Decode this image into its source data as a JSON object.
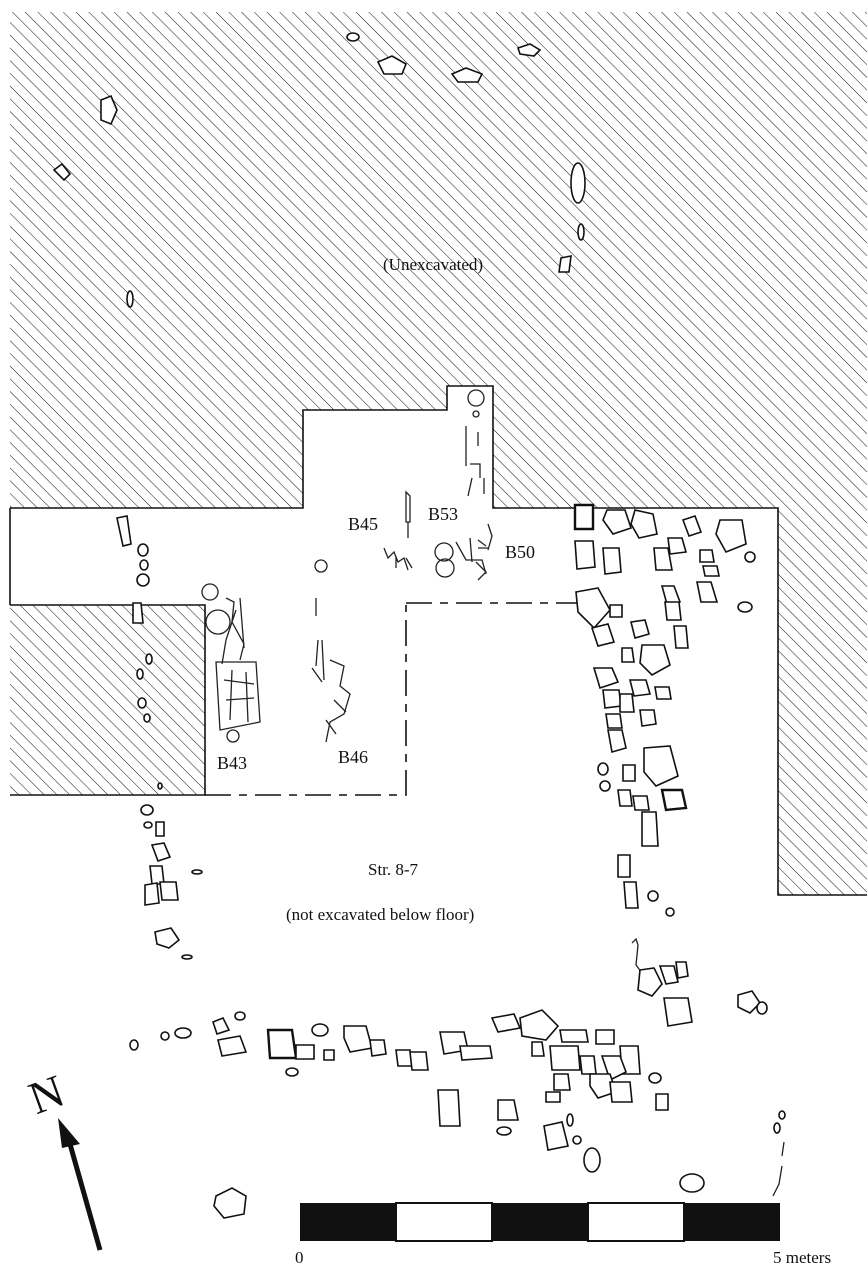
{
  "labels": {
    "unexcavated": "(Unexcavated)",
    "b45": "B45",
    "b53": "B53",
    "b50": "B50",
    "b43": "B43",
    "b46": "B46",
    "structure": "Str. 8-7",
    "note": "(not excavated below floor)",
    "north": "N"
  },
  "scale_bar": {
    "start_label": "0",
    "end_label": "5 meters",
    "segments": [
      "black",
      "white",
      "black",
      "white",
      "black"
    ]
  },
  "colors": {
    "ink": "#111111",
    "background": "#ffffff",
    "hatch": "#111111"
  }
}
